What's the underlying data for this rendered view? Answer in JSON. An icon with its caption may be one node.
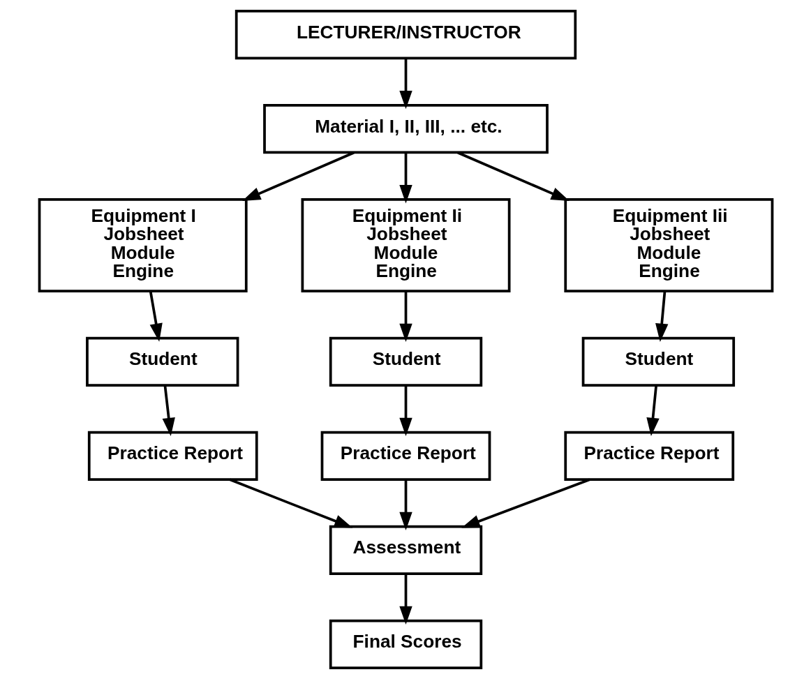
{
  "diagram": {
    "nodes": [
      {
        "text": [
          "LECTURER/INSTRUCTOR"
        ]
      },
      {
        "text": [
          "Material I, II, III, ... etc."
        ]
      },
      {
        "text": [
          "Equipment I",
          "Jobsheet",
          "Module",
          "Engine"
        ]
      },
      {
        "text": [
          "Equipment Ii",
          "Jobsheet",
          "Module",
          "Engine"
        ]
      },
      {
        "text": [
          "Equipment Iii",
          "Jobsheet",
          "Module",
          "Engine"
        ]
      },
      {
        "text": [
          "Student"
        ]
      },
      {
        "text": [
          "Student"
        ]
      },
      {
        "text": [
          "Student"
        ]
      },
      {
        "text": [
          "Practice Report"
        ]
      },
      {
        "text": [
          "Practice Report"
        ]
      },
      {
        "text": [
          "Practice Report"
        ]
      },
      {
        "text": [
          "Assessment"
        ]
      },
      {
        "text": [
          "Final Scores"
        ]
      }
    ],
    "edges": [
      {
        "from": 0,
        "to": 1,
        "arrow": "to"
      },
      {
        "from": 1,
        "to": 2,
        "arrow": "to"
      },
      {
        "from": 1,
        "to": 3,
        "arrow": "to"
      },
      {
        "from": 1,
        "to": 4,
        "arrow": "to"
      },
      {
        "from": 2,
        "to": 5,
        "arrow": "to"
      },
      {
        "from": 3,
        "to": 6,
        "arrow": "to"
      },
      {
        "from": 4,
        "to": 7,
        "arrow": "to"
      },
      {
        "from": 5,
        "to": 8,
        "arrow": "to"
      },
      {
        "from": 6,
        "to": 9,
        "arrow": "to"
      },
      {
        "from": 7,
        "to": 10,
        "arrow": "to"
      },
      {
        "from": 8,
        "to": 11,
        "arrow": "to"
      },
      {
        "from": 9,
        "to": 11,
        "arrow": "to"
      },
      {
        "from": 10,
        "to": 11,
        "arrow": "to"
      },
      {
        "from": 11,
        "to": 12,
        "arrow": "to"
      }
    ]
  }
}
